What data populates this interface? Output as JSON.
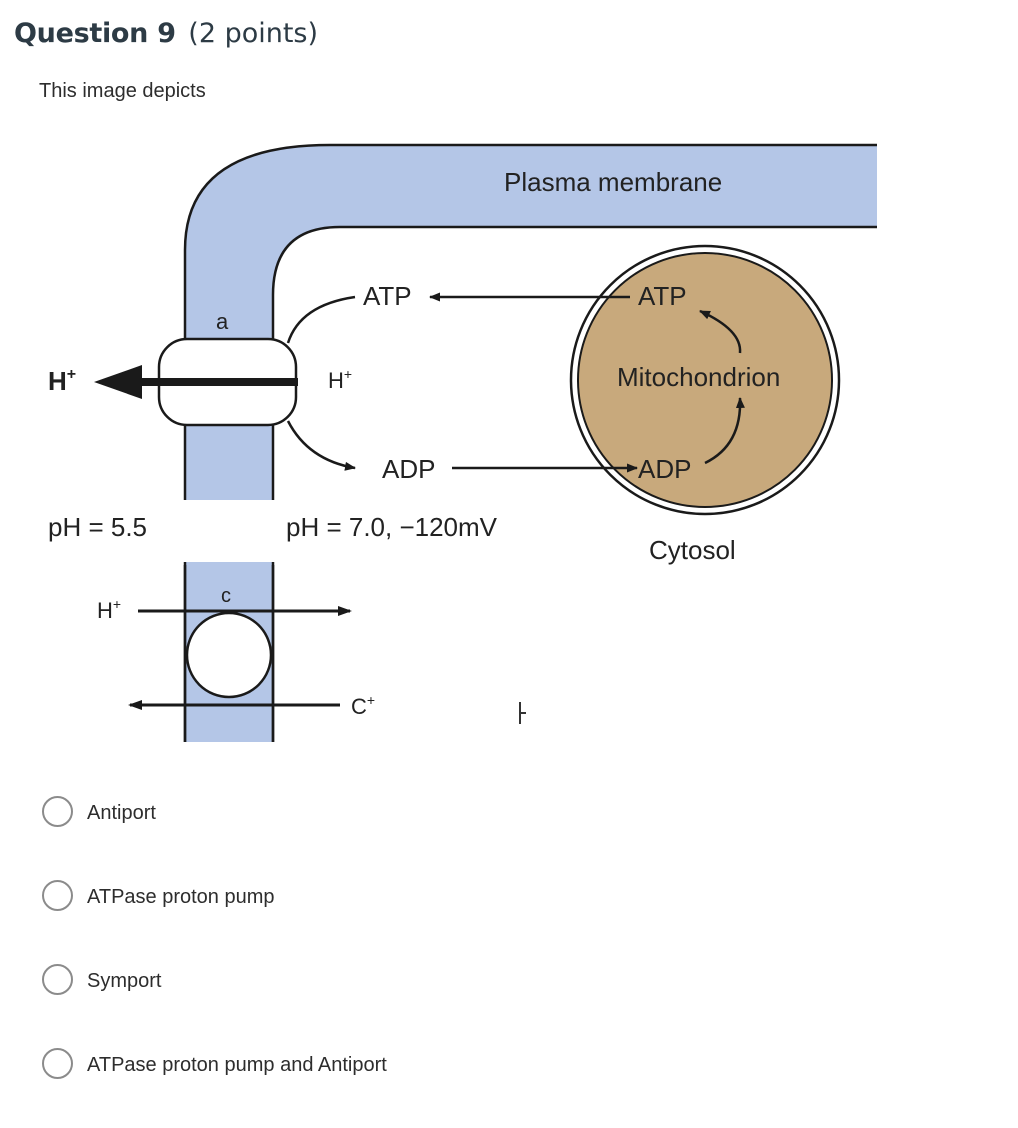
{
  "question": {
    "title": "Question 9",
    "points": "(2 points)",
    "prompt": "This image depicts"
  },
  "diagram": {
    "plasma_membrane": "Plasma membrane",
    "atp_top": "ATP",
    "atp_mito": "ATP",
    "adp_bottom": "ADP",
    "adp_mito": "ADP",
    "mitochondrion": "Mitochondrion",
    "cytosol": "Cytosol",
    "h_plus_out": "H",
    "h_plus_out_sup": "+",
    "h_plus_in": "H",
    "h_plus_in_sup": "+",
    "h_plus_c": "H",
    "h_plus_c_sup": "+",
    "c_plus": "C",
    "c_plus_sup": "+",
    "label_a": "a",
    "label_c": "c",
    "ph_outside": "pH = 5.5",
    "ph_inside": "pH = 7.0, −120mV",
    "colors": {
      "membrane": "#b4c6e7",
      "mitochondrion": "#c8a97c"
    }
  },
  "answers": [
    {
      "label": "Antiport"
    },
    {
      "label": "ATPase proton pump"
    },
    {
      "label": "Symport"
    },
    {
      "label": "ATPase proton pump and Antiport"
    }
  ]
}
